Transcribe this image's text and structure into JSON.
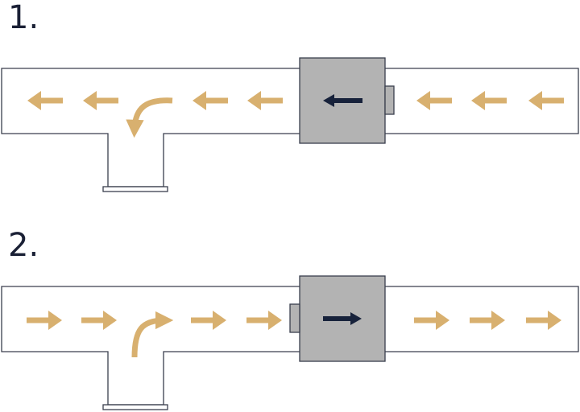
{
  "diagrams": [
    {
      "label": "1.",
      "direction": "left"
    },
    {
      "label": "2.",
      "direction": "right"
    }
  ],
  "colors": {
    "duct_stroke": "#3a3f4d",
    "fan_fill": "#b3b3b3",
    "fan_stroke": "#3a3f4d",
    "air_arrow": "#d8b06f",
    "fan_arrow": "#17223b",
    "label": "#1a2035"
  },
  "icons": {
    "air_flow": "arrow-icon",
    "turn": "curved-arrow-icon",
    "fan_direction": "arrow-icon"
  }
}
